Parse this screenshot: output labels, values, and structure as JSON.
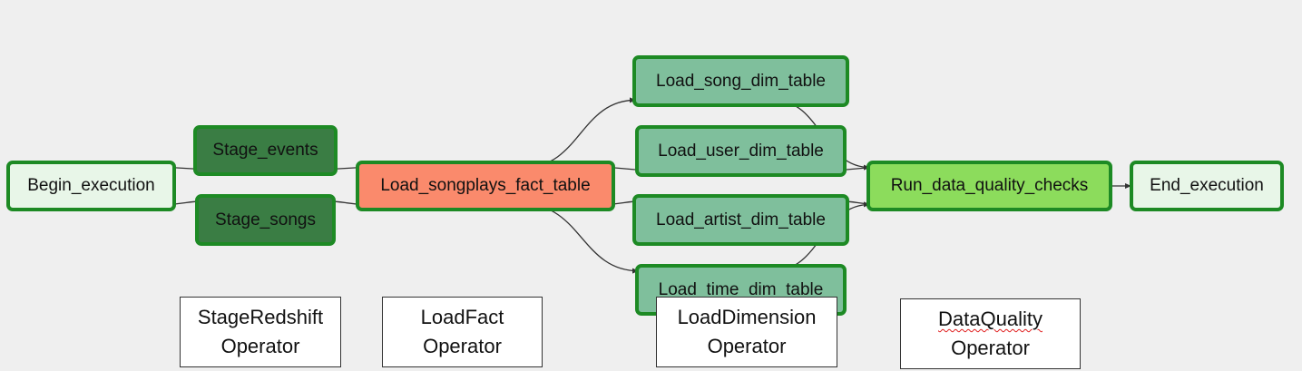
{
  "colors": {
    "border": "#1d8a24",
    "edge": "#333333",
    "background": "#efefef",
    "light_node": "#e8f6e8",
    "stage_node": "#3a7d44",
    "fact_node": "#fa8a6c",
    "dimension_node": "#7fbf9c",
    "check_node": "#8cdc5c"
  },
  "nodes": {
    "begin_execution": "Begin_execution",
    "stage_events": "Stage_events",
    "stage_songs": "Stage_songs",
    "load_songplays_fact_table": "Load_songplays_fact_table",
    "load_song_dim_table": "Load_song_dim_table",
    "load_user_dim_table": "Load_user_dim_table",
    "load_artist_dim_table": "Load_artist_dim_table",
    "load_time_dim_table": "Load_time_dim_table",
    "run_data_quality_checks": "Run_data_quality_checks",
    "end_execution": "End_execution"
  },
  "edges": [
    [
      "begin_execution",
      "stage_events"
    ],
    [
      "begin_execution",
      "stage_songs"
    ],
    [
      "stage_events",
      "load_songplays_fact_table"
    ],
    [
      "stage_songs",
      "load_songplays_fact_table"
    ],
    [
      "load_songplays_fact_table",
      "load_song_dim_table"
    ],
    [
      "load_songplays_fact_table",
      "load_user_dim_table"
    ],
    [
      "load_songplays_fact_table",
      "load_artist_dim_table"
    ],
    [
      "load_songplays_fact_table",
      "load_time_dim_table"
    ],
    [
      "load_song_dim_table",
      "run_data_quality_checks"
    ],
    [
      "load_user_dim_table",
      "run_data_quality_checks"
    ],
    [
      "load_artist_dim_table",
      "run_data_quality_checks"
    ],
    [
      "load_time_dim_table",
      "run_data_quality_checks"
    ],
    [
      "run_data_quality_checks",
      "end_execution"
    ]
  ],
  "captions": {
    "stage_redshift": {
      "line1": "StageRedshift",
      "line2": "Operator"
    },
    "load_fact": {
      "line1": "LoadFact",
      "line2": "Operator"
    },
    "load_dimension": {
      "line1": "LoadDimension",
      "line2": "Operator"
    },
    "data_quality": {
      "line1": "DataQuality",
      "line2": "Operator"
    }
  }
}
